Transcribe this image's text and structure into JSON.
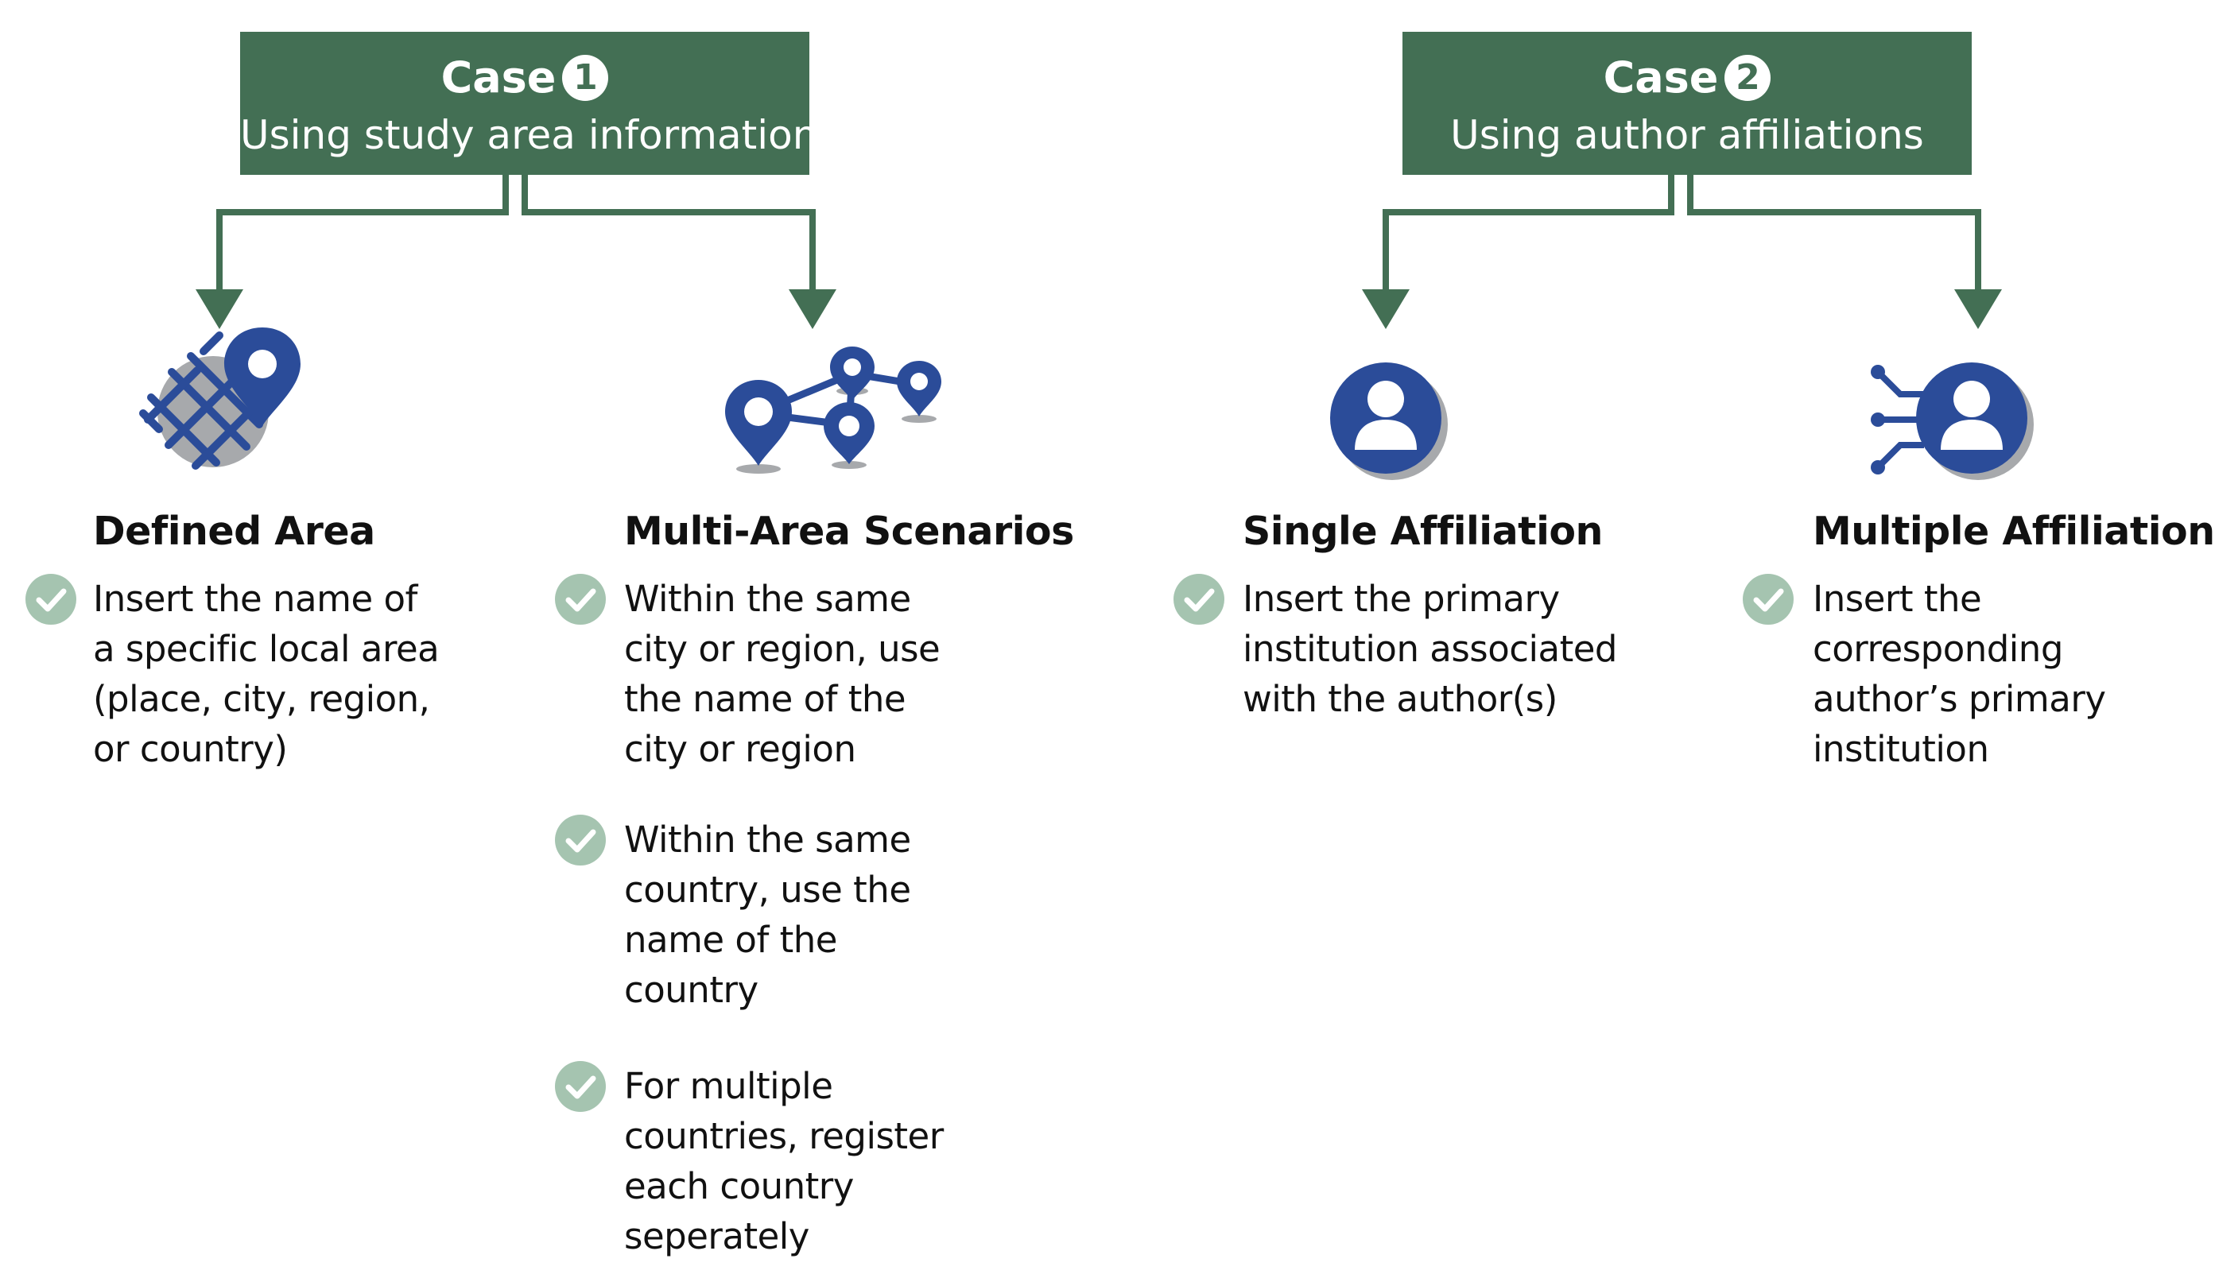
{
  "cases": [
    {
      "word": "Case",
      "number": "1",
      "subtitle": "Using study area information"
    },
    {
      "word": "Case",
      "number": "2",
      "subtitle": "Using author affiliations"
    }
  ],
  "columns": [
    {
      "icon": "map-area-pin-icon",
      "heading": "Defined Area",
      "items": [
        "Insert the name of\na specific local area\n(place, city, region,\nor country)"
      ]
    },
    {
      "icon": "multi-location-pins-icon",
      "heading": "Multi-Area Scenarios",
      "items": [
        "Within the same\ncity or region, use\nthe name of the\ncity or region",
        "Within the same\ncountry, use the\nname of the\ncountry",
        "For multiple\ncountries, register\neach country\nseperately"
      ]
    },
    {
      "icon": "user-circle-icon",
      "heading": "Single Affiliation",
      "items": [
        "Insert the primary\ninstitution associated\nwith the author(s)"
      ]
    },
    {
      "icon": "user-network-icon",
      "heading": "Multiple Affiliations",
      "items": [
        "Insert the\ncorresponding\nauthor’s primary\ninstitution"
      ]
    }
  ],
  "colors": {
    "box": "#436f54",
    "connector": "#436f54",
    "icon_blue": "#2b4c99",
    "icon_gray": "#a7a9ac",
    "check": "#a5c4b0",
    "text": "#111111"
  }
}
